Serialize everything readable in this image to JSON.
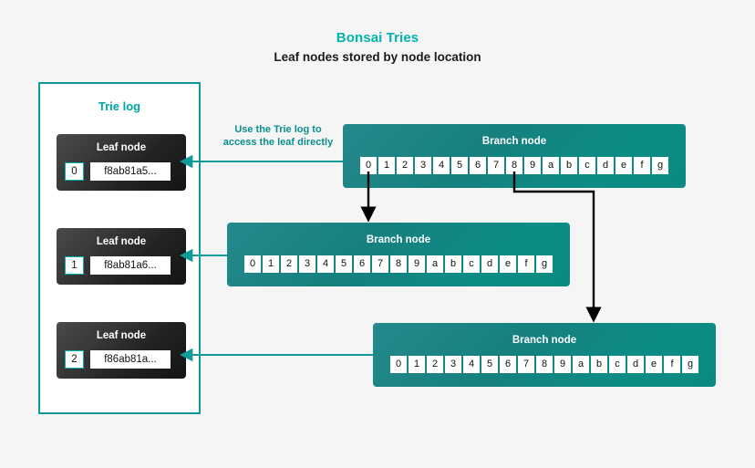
{
  "header": {
    "title": "Bonsai Tries",
    "subtitle": "Leaf nodes stored by node location"
  },
  "trie_log": {
    "title": "Trie log",
    "leaf_nodes": [
      {
        "label": "Leaf node",
        "index": "0",
        "hash": "f8ab81a5..."
      },
      {
        "label": "Leaf node",
        "index": "1",
        "hash": "f8ab81a6..."
      },
      {
        "label": "Leaf node",
        "index": "2",
        "hash": "f86ab81a..."
      }
    ]
  },
  "annotation": {
    "line1": "Use the Trie log to",
    "line2": "access the leaf directly"
  },
  "branch_nodes": [
    {
      "label": "Branch node",
      "cells": [
        "0",
        "1",
        "2",
        "3",
        "4",
        "5",
        "6",
        "7",
        "8",
        "9",
        "a",
        "b",
        "c",
        "d",
        "e",
        "f",
        "g"
      ]
    },
    {
      "label": "Branch node",
      "cells": [
        "0",
        "1",
        "2",
        "3",
        "4",
        "5",
        "6",
        "7",
        "8",
        "9",
        "a",
        "b",
        "c",
        "d",
        "e",
        "f",
        "g"
      ]
    },
    {
      "label": "Branch node",
      "cells": [
        "0",
        "1",
        "2",
        "3",
        "4",
        "5",
        "6",
        "7",
        "8",
        "9",
        "a",
        "b",
        "c",
        "d",
        "e",
        "f",
        "g"
      ]
    }
  ],
  "colors": {
    "background": "#f5f5f5",
    "accent_teal": "#00b3ad",
    "panel_border": "#0d9a9a",
    "branch_teal": "#0e8a85",
    "leaf_dark": "#232323",
    "arrow_black": "#000000",
    "arrow_teal": "#119b98"
  }
}
